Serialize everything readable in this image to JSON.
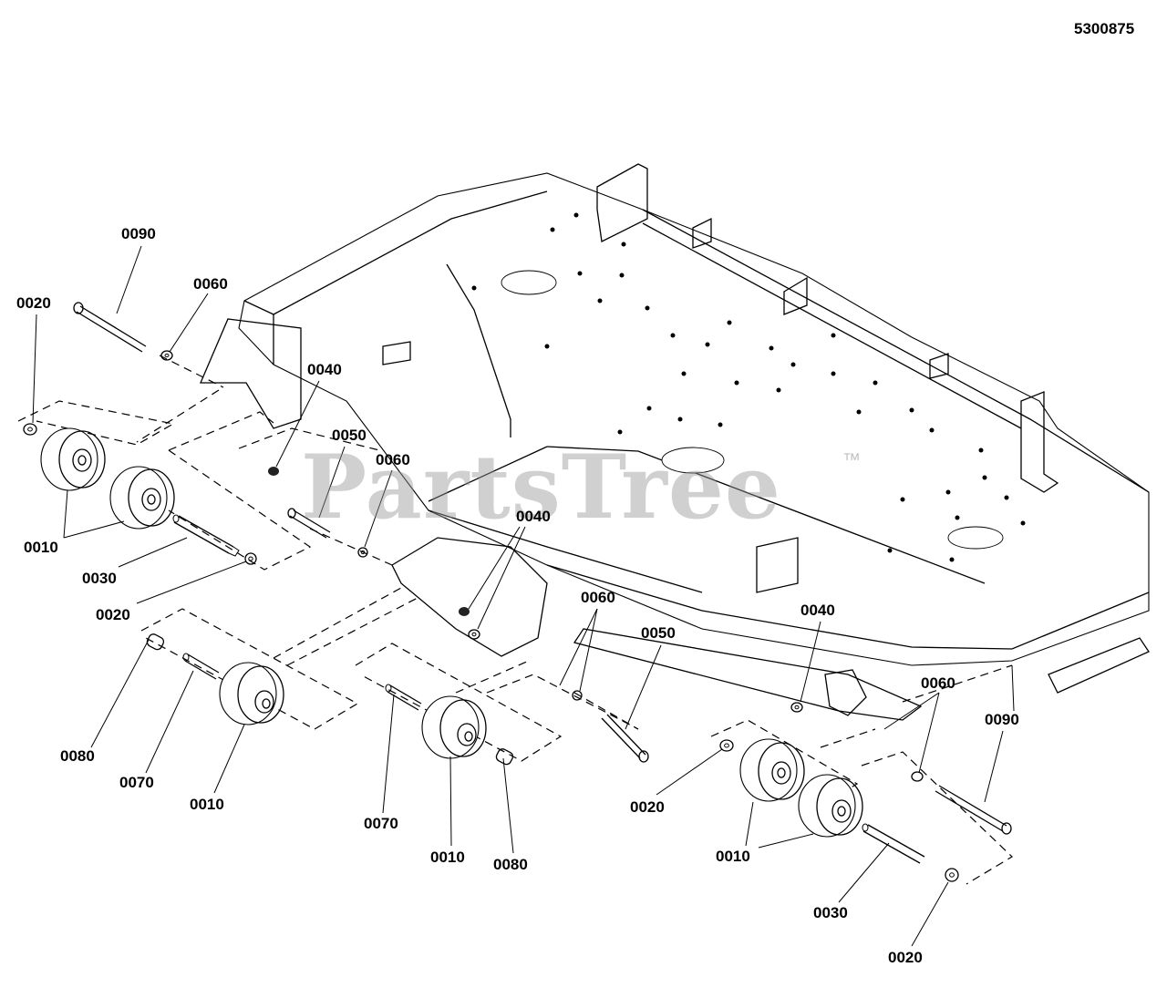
{
  "document_number": "5300875",
  "watermark": {
    "text": "PartsTree",
    "trademark": "™"
  },
  "callouts": [
    {
      "id": "c1",
      "label": "0090"
    },
    {
      "id": "c2",
      "label": "0060"
    },
    {
      "id": "c3",
      "label": "0020"
    },
    {
      "id": "c4",
      "label": "0040"
    },
    {
      "id": "c5",
      "label": "0050"
    },
    {
      "id": "c6",
      "label": "0060"
    },
    {
      "id": "c7",
      "label": "0010"
    },
    {
      "id": "c8",
      "label": "0030"
    },
    {
      "id": "c9",
      "label": "0020"
    },
    {
      "id": "c10",
      "label": "0040"
    },
    {
      "id": "c11",
      "label": "0060"
    },
    {
      "id": "c12",
      "label": "0050"
    },
    {
      "id": "c13",
      "label": "0040"
    },
    {
      "id": "c14",
      "label": "0060"
    },
    {
      "id": "c15",
      "label": "0090"
    },
    {
      "id": "c16",
      "label": "0080"
    },
    {
      "id": "c17",
      "label": "0070"
    },
    {
      "id": "c18",
      "label": "0010"
    },
    {
      "id": "c19",
      "label": "0070"
    },
    {
      "id": "c20",
      "label": "0010"
    },
    {
      "id": "c21",
      "label": "0080"
    },
    {
      "id": "c22",
      "label": "0020"
    },
    {
      "id": "c23",
      "label": "0010"
    },
    {
      "id": "c24",
      "label": "0030"
    },
    {
      "id": "c25",
      "label": "0020"
    }
  ]
}
